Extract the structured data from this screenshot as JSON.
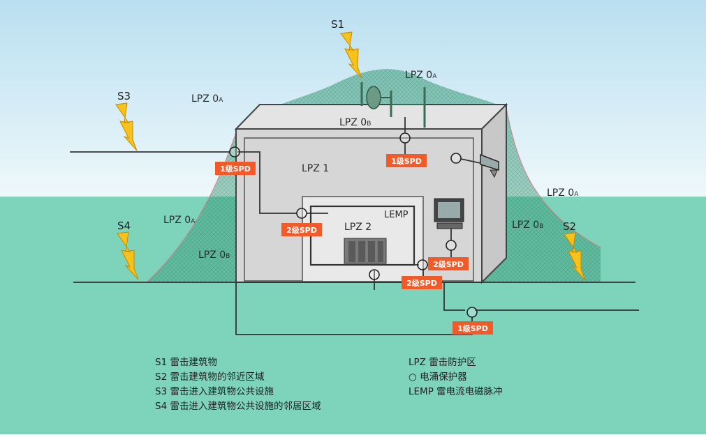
{
  "colors": {
    "sky_top": "#b9dff0",
    "sky_bottom": "#eef8fb",
    "ground": "#7dd4bb",
    "building": "#d6d6d6",
    "spd": "#f25a2a",
    "bolt": "#f7c21b",
    "shield": "#3fa37f"
  },
  "strikes": {
    "s1": "S1",
    "s2": "S2",
    "s3": "S3",
    "s4": "S4"
  },
  "zones": {
    "lpz0a_top": {
      "main": "LPZ 0",
      "sub": "A"
    },
    "lpz0a_left": {
      "main": "LPZ 0",
      "sub": "A"
    },
    "lpz0b_roof": {
      "main": "LPZ 0",
      "sub": "B"
    },
    "lpz0a_right": {
      "main": "LPZ 0",
      "sub": "A"
    },
    "lpz0a_ground_left": {
      "main": "LPZ 0",
      "sub": "A"
    },
    "lpz0b_ground_left": {
      "main": "LPZ 0",
      "sub": "B"
    },
    "lpz0b_right": {
      "main": "LPZ 0",
      "sub": "B"
    },
    "lpz1": "LPZ 1",
    "lpz2": "LPZ 2",
    "lemp": "LEMP"
  },
  "spd": {
    "l1_left": "1级SPD",
    "l1_roof": "1级SPD",
    "l1_bottom": "1级SPD",
    "l2_left": "2级SPD",
    "l2_right": "2级SPD",
    "l2_bottom": "2级SPD"
  },
  "legend": {
    "left": [
      "S1 雷击建筑物",
      "S2 雷击建筑物的邻近区域",
      "S3 雷击进入建筑物公共设施",
      "S4 雷击进入建筑物公共设施的邻居区域"
    ],
    "right": [
      "LPZ 雷击防护区",
      "○ 电涌保护器",
      "LEMP 雷电流电磁脉冲"
    ]
  }
}
